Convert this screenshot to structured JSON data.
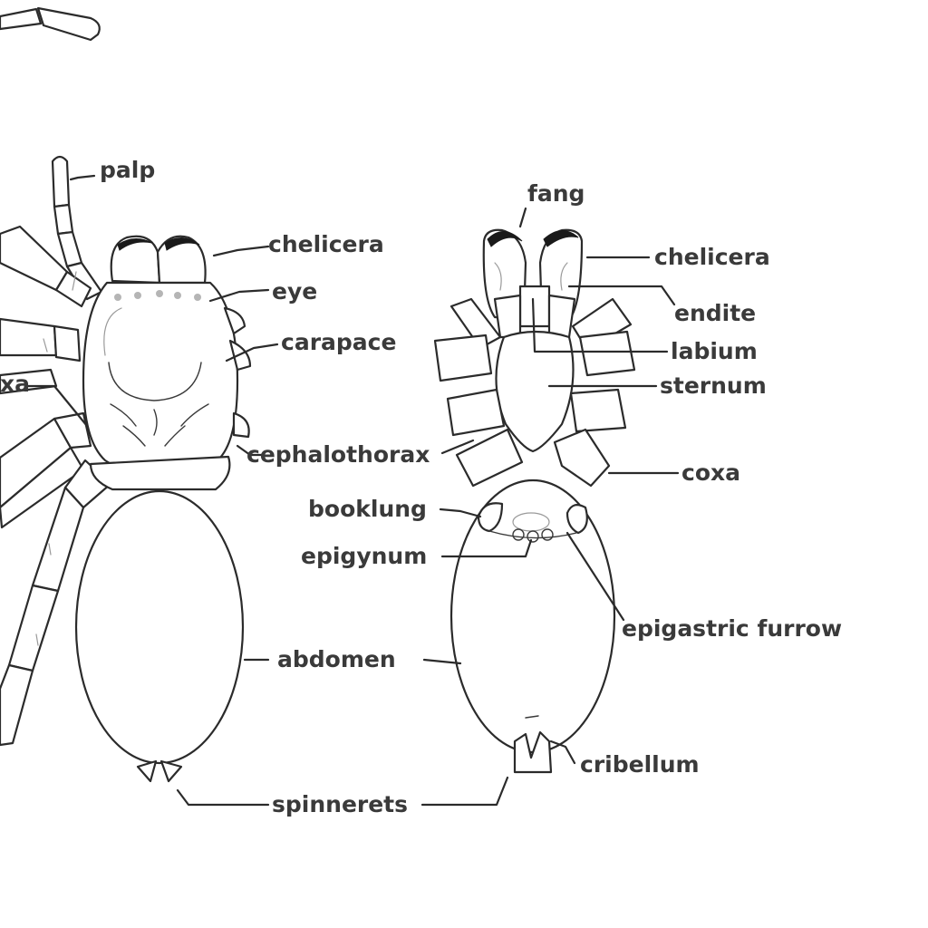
{
  "labels": {
    "palp": "palp",
    "fang": "fang",
    "chelicera_dorsal": "chelicera",
    "chelicera_ventral": "chelicera",
    "eye": "eye",
    "endite": "endite",
    "carapace": "carapace",
    "labium": "labium",
    "coxa_left_partial": "xa",
    "sternum": "sternum",
    "cephalothorax": "cephalothorax",
    "coxa": "coxa",
    "booklung": "booklung",
    "epigynum": "epigynum",
    "epigastric_furrow": "epigastric furrow",
    "abdomen": "abdomen",
    "cribellum": "cribellum",
    "spinnerets": "spinnerets"
  }
}
